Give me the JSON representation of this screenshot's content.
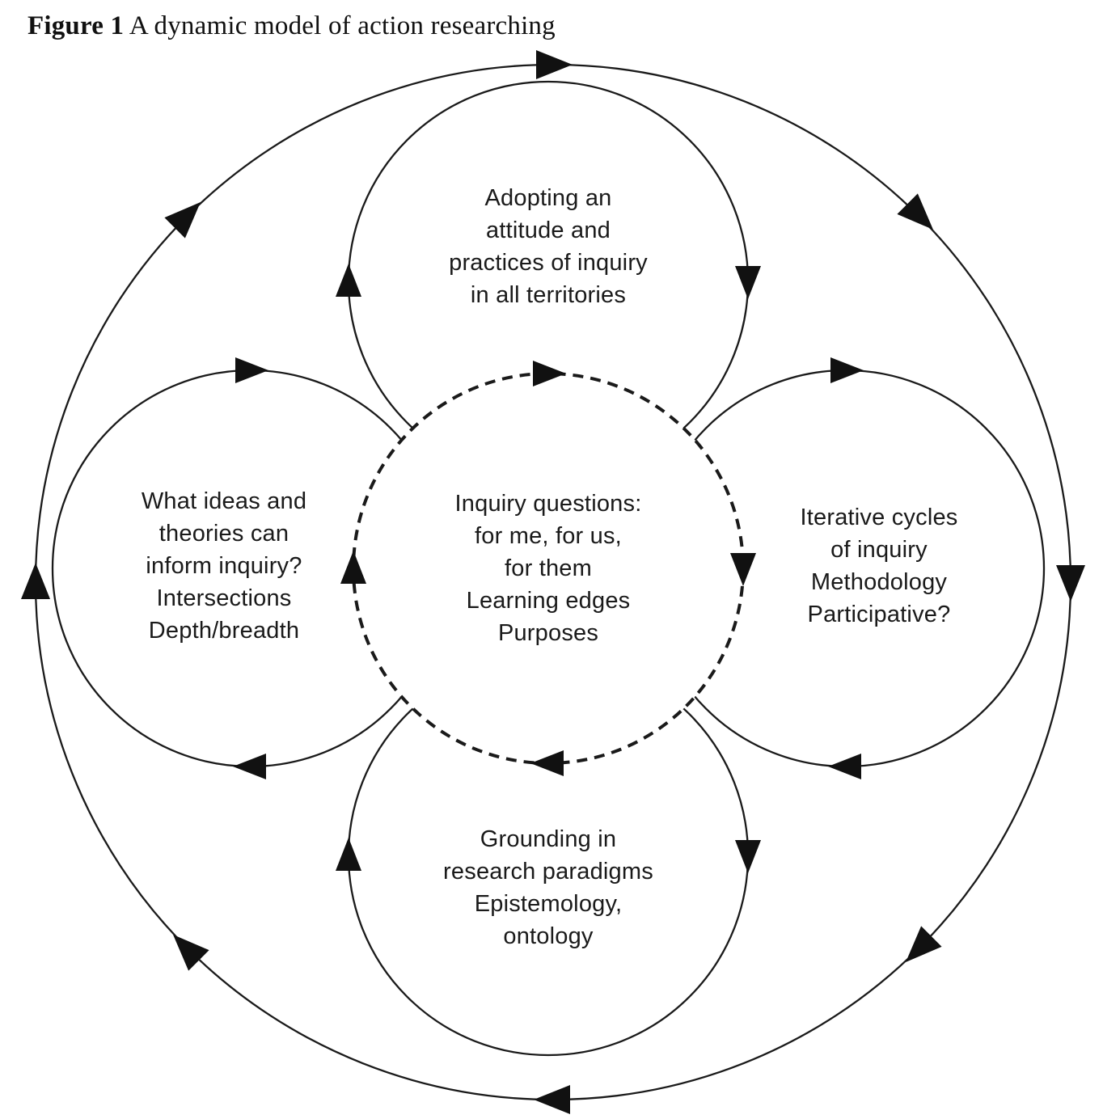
{
  "figure": {
    "label": "Figure 1",
    "caption": " A dynamic model of action researching"
  },
  "diagram": {
    "flow_direction": "clockwise",
    "center": {
      "label": "Inquiry questions:\nfor me, for us,\nfor them\nLearning edges\nPurposes"
    },
    "top": {
      "label": "Adopting an\nattitude and\npractices of inquiry\nin all territories"
    },
    "left": {
      "label": "What ideas and\ntheories can\ninform inquiry?\nIntersections\nDepth/breadth"
    },
    "right": {
      "label": "Iterative cycles\nof inquiry\nMethodology\nParticipative?"
    },
    "bottom": {
      "label": "Grounding in\nresearch paradigms\nEpistemology,\nontology"
    },
    "colors": {
      "stroke": "#1a1a1a",
      "background": "#ffffff"
    }
  }
}
